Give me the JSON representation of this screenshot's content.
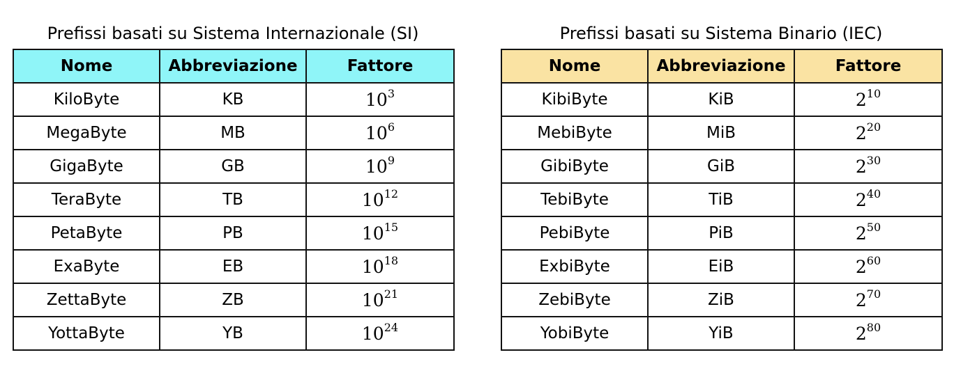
{
  "si": {
    "title": "Prefissi basati su Sistema Internazionale (SI)",
    "headers": [
      "Nome",
      "Abbreviazione",
      "Fattore"
    ],
    "rows": [
      {
        "name": "KiloByte",
        "abbr": "KB",
        "base": "10",
        "exp": "3"
      },
      {
        "name": "MegaByte",
        "abbr": "MB",
        "base": "10",
        "exp": "6"
      },
      {
        "name": "GigaByte",
        "abbr": "GB",
        "base": "10",
        "exp": "9"
      },
      {
        "name": "TeraByte",
        "abbr": "TB",
        "base": "10",
        "exp": "12"
      },
      {
        "name": "PetaByte",
        "abbr": "PB",
        "base": "10",
        "exp": "15"
      },
      {
        "name": "ExaByte",
        "abbr": "EB",
        "base": "10",
        "exp": "18"
      },
      {
        "name": "ZettaByte",
        "abbr": "ZB",
        "base": "10",
        "exp": "21"
      },
      {
        "name": "YottaByte",
        "abbr": "YB",
        "base": "10",
        "exp": "24"
      }
    ],
    "header_color": "#8ff5f8"
  },
  "iec": {
    "title": "Prefissi basati su Sistema Binario (IEC)",
    "headers": [
      "Nome",
      "Abbreviazione",
      "Fattore"
    ],
    "rows": [
      {
        "name": "KibiByte",
        "abbr": "KiB",
        "base": "2",
        "exp": "10"
      },
      {
        "name": "MebiByte",
        "abbr": "MiB",
        "base": "2",
        "exp": "20"
      },
      {
        "name": "GibiByte",
        "abbr": "GiB",
        "base": "2",
        "exp": "30"
      },
      {
        "name": "TebiByte",
        "abbr": "TiB",
        "base": "2",
        "exp": "40"
      },
      {
        "name": "PebiByte",
        "abbr": "PiB",
        "base": "2",
        "exp": "50"
      },
      {
        "name": "ExbiByte",
        "abbr": "EiB",
        "base": "2",
        "exp": "60"
      },
      {
        "name": "ZebiByte",
        "abbr": "ZiB",
        "base": "2",
        "exp": "70"
      },
      {
        "name": "YobiByte",
        "abbr": "YiB",
        "base": "2",
        "exp": "80"
      }
    ],
    "header_color": "#fae3a3"
  }
}
